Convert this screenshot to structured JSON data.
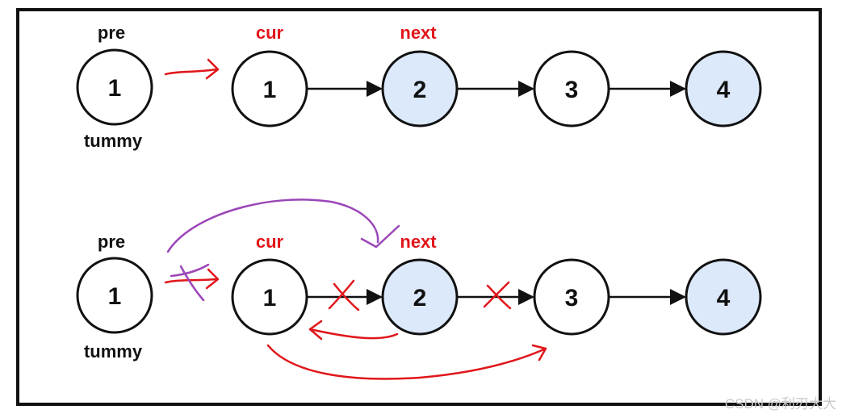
{
  "colors": {
    "node_fill": "#ffffff",
    "node_fill_highlight": "#dce9fb",
    "node_stroke": "#111111",
    "red_ink": "#e0161a",
    "purple_ink": "#9b45b8",
    "frame": "#111111"
  },
  "diagram": {
    "top_row": {
      "dummy_node": "1",
      "pointer_pre": "pre",
      "pointer_tummy": "tummy",
      "pointer_cur": "cur",
      "pointer_next": "next",
      "nodes": [
        "1",
        "2",
        "3",
        "4"
      ],
      "highlighted_nodes": [
        "2",
        "4"
      ]
    },
    "bottom_row": {
      "dummy_node": "1",
      "pointer_pre": "pre",
      "pointer_tummy": "tummy",
      "pointer_cur": "cur",
      "pointer_next": "next",
      "nodes": [
        "1",
        "2",
        "3",
        "4"
      ],
      "highlighted_nodes": [
        "2",
        "4"
      ]
    }
  },
  "watermark": "CSDN @利刃大大"
}
